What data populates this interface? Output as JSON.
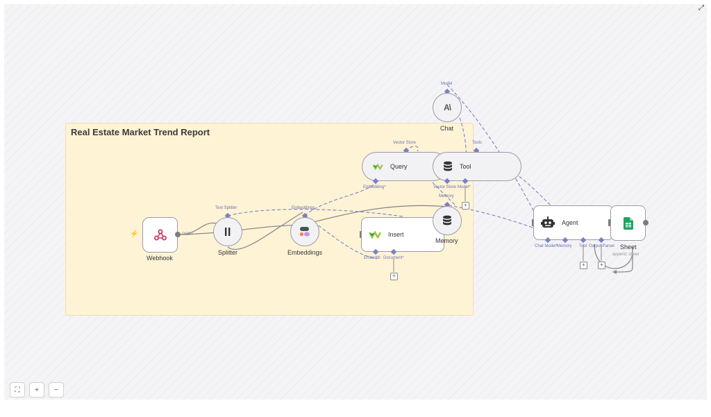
{
  "sticky": {
    "title": "Real Estate Market Trend Report"
  },
  "nodes": {
    "webhook": {
      "label": "Webhook",
      "output": "POST",
      "icon": "webhook-icon",
      "color": "#c7365a"
    },
    "splitter": {
      "label": "Splitter",
      "input": "Text Splitter",
      "icon": "pause-bars-icon"
    },
    "embeddings": {
      "label": "Embeddings",
      "input": "Embeddings",
      "icon": "cohere-icon"
    },
    "insert": {
      "label": "Insert",
      "input1": "Embeddi",
      "input2": "Document*",
      "icon": "weaviate-icon"
    },
    "query": {
      "label": "Query",
      "top": "Vector Store",
      "bottom": "Embedding*",
      "icon": "weaviate-icon"
    },
    "tool": {
      "label": "Tool",
      "top": "Tools",
      "bottom1": "Vector Store",
      "bottom2": "Model*",
      "icon": "database-icon"
    },
    "chat": {
      "label": "Chat",
      "top": "Model",
      "icon_text": "A\\"
    },
    "memory": {
      "label": "Memory",
      "top": "Memory",
      "icon": "database-icon"
    },
    "agent": {
      "label": "Agent",
      "b1": "Chat Model*",
      "b2": "Memory",
      "b3": "Tool",
      "b4": "Output Parser",
      "icon": "robot-icon"
    },
    "sheet": {
      "label": "Sheet",
      "sub": "append: sheet",
      "icon": "google-sheets-icon",
      "color": "#1fa463"
    }
  },
  "controls": {
    "fit": "⛶",
    "zoom_in": "+",
    "zoom_out": "−",
    "fullscreen": "⤢"
  },
  "trigger_icon": "⚡",
  "plus": "+"
}
